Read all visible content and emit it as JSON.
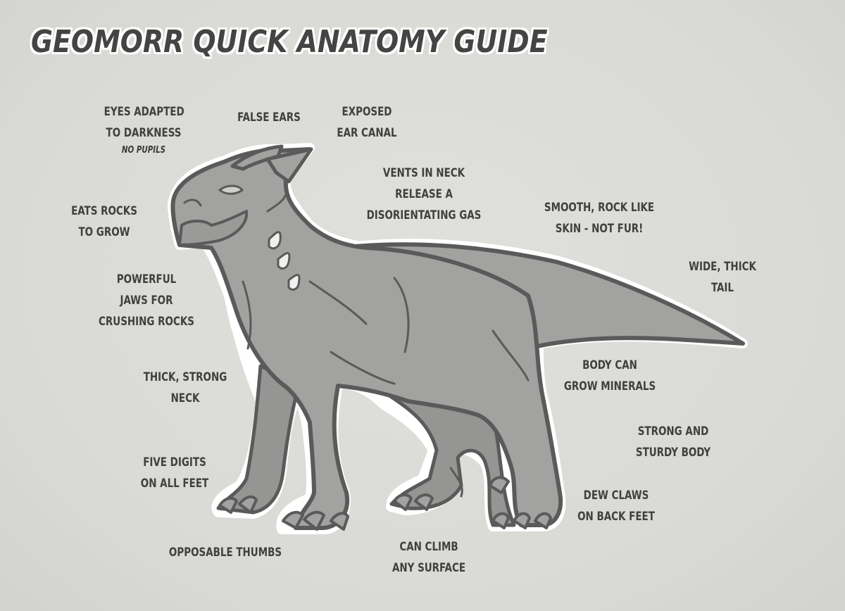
{
  "title": "GEOMORR QUICK ANATOMY GUIDE",
  "labels": {
    "eyes": {
      "line1": "EYES ADAPTED",
      "line2": "TO DARKNESS",
      "sub": "NO PUPILS"
    },
    "false_ears": {
      "line1": "FALSE EARS"
    },
    "ear_canal": {
      "line1": "EXPOSED",
      "line2": "EAR CANAL"
    },
    "vents": {
      "line1": "VENTS IN NECK",
      "line2": "RELEASE A",
      "line3": "DISORIENTATING GAS"
    },
    "skin": {
      "line1": "SMOOTH, ROCK LIKE",
      "line2": "SKIN - NOT FUR!"
    },
    "tail": {
      "line1": "WIDE, THICK",
      "line2": "TAIL"
    },
    "eats": {
      "line1": "EATS ROCKS",
      "line2": "TO GROW"
    },
    "jaws": {
      "line1": "POWERFUL",
      "line2": "JAWS FOR",
      "line3": "CRUSHING ROCKS"
    },
    "neck": {
      "line1": "THICK, STRONG",
      "line2": "NECK"
    },
    "digits": {
      "line1": "FIVE DIGITS",
      "line2": "ON ALL FEET"
    },
    "thumbs": {
      "line1": "OPPOSABLE THUMBS"
    },
    "climb": {
      "line1": "CAN CLIMB",
      "line2": "ANY SURFACE"
    },
    "minerals": {
      "line1": "BODY CAN",
      "line2": "GROW MINERALS"
    },
    "sturdy": {
      "line1": "STRONG AND",
      "line2": "STURDY BODY"
    },
    "dew": {
      "line1": "DEW CLAWS",
      "line2": "ON BACK FEET"
    }
  },
  "colors": {
    "background": "#dcdcd8",
    "body_fill": "#a2a2a0",
    "outline": "#5a5a5a",
    "halo": "#ffffff",
    "text": "#404040"
  }
}
